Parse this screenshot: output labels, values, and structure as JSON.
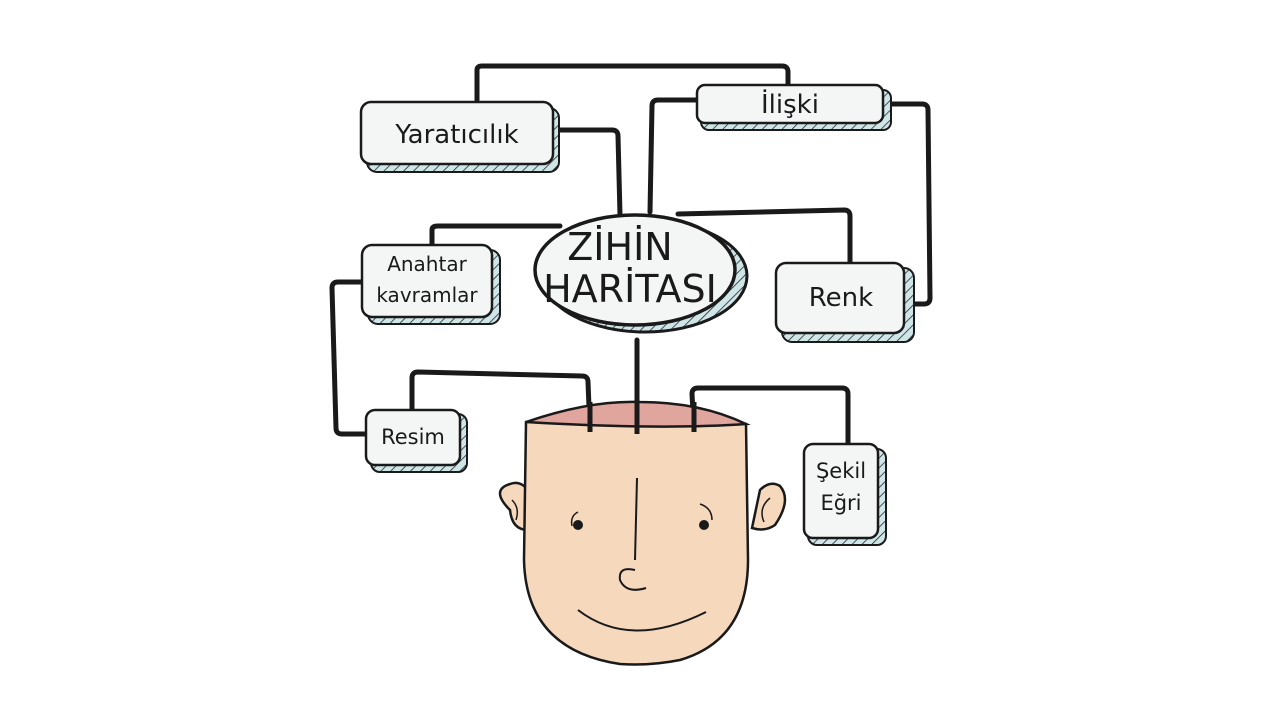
{
  "diagram": {
    "type": "mind-map",
    "center": {
      "line1": "ZİHİN",
      "line2": "HARİTASI"
    },
    "nodes": [
      {
        "id": "yaraticilik",
        "label": "Yaratıcılık"
      },
      {
        "id": "iliski",
        "label": "İlişki"
      },
      {
        "id": "anahtar",
        "line1": "Anahtar",
        "line2": "kavramlar"
      },
      {
        "id": "renk",
        "label": "Renk"
      },
      {
        "id": "resim",
        "label": "Resim"
      },
      {
        "id": "sekil",
        "line1": "Şekil",
        "line2": "Eğri"
      }
    ],
    "colors": {
      "box_fill": "#f4f6f6",
      "box_shadow": "#cfe6e9",
      "line": "#1a1a1a",
      "skin": "#f6d8bd",
      "scalp": "#e0a59c"
    }
  }
}
